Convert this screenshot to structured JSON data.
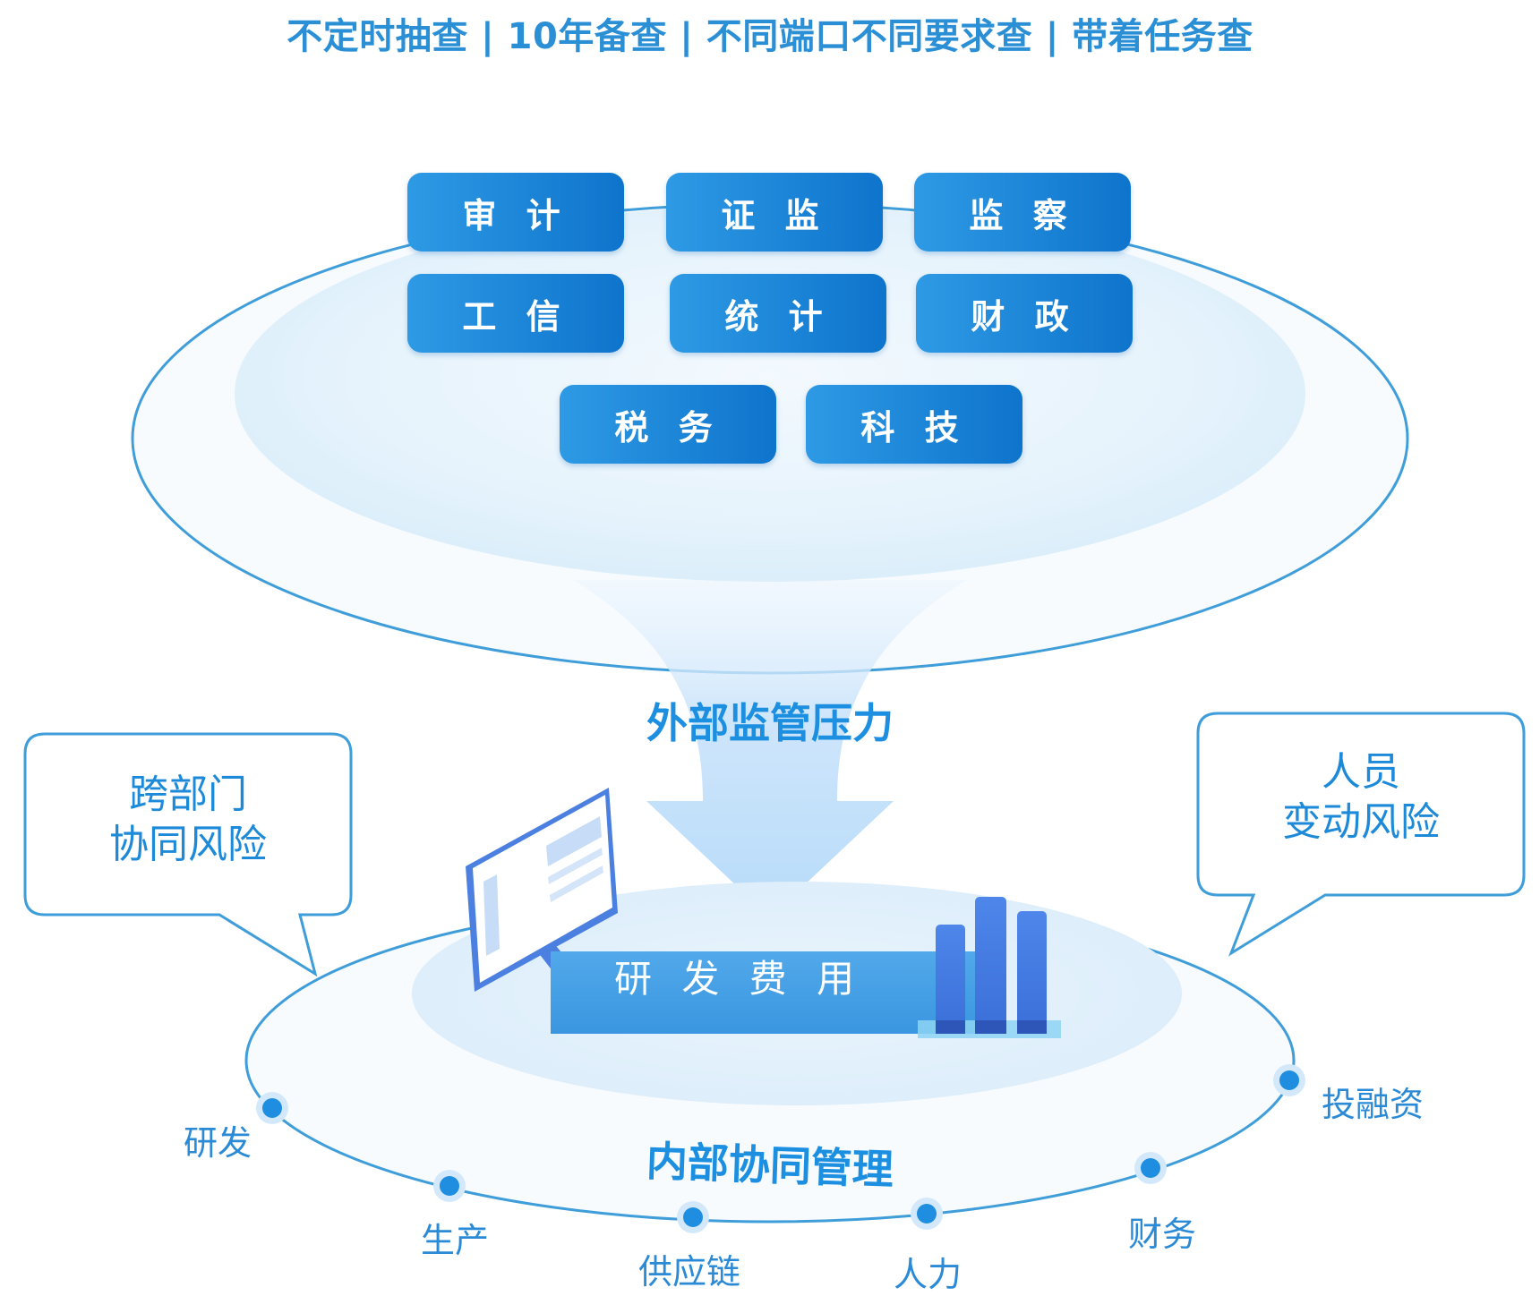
{
  "headline": "不定时抽查 | 10年备查 | 不同端口不同要求查 | 带着任务查",
  "regulators": [
    "审 计",
    "证 监",
    "监 察",
    "工 信",
    "统 计",
    "财 政",
    "税 务",
    "科 技"
  ],
  "external_title": "外部监管压力",
  "internal_title": "内部协同管理",
  "center_bar_label": "研 发 费 用",
  "bubble_left": [
    "跨部门",
    "协同风险"
  ],
  "bubble_right": [
    "人员",
    "变动风险"
  ],
  "nodes": [
    "研发",
    "生产",
    "供应链",
    "人力",
    "财务",
    "投融资"
  ],
  "colors": {
    "primary": "#1d8fe0",
    "pill_start": "#2e9ae5",
    "pill_end": "#0e74cc",
    "ellipse_stroke": "#3f9ed9",
    "funnel": "#bfe0fb"
  }
}
